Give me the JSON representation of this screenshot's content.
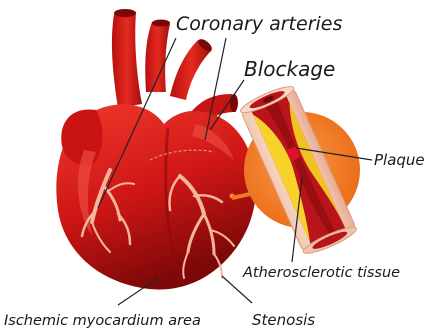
{
  "labels": {
    "coronary_arteries": "Coronary arteries",
    "blockage": "Blockage",
    "plaque": "Plaque",
    "atherosclerotic_tissue": "Atherosclerotic tissue",
    "ischemic_area": "Ischemic myocardium area",
    "stenosis": "Stenosis"
  },
  "colors": {
    "heart_red": "#d11a1a",
    "heart_dark": "#8e0a0a",
    "heart_highlight": "#ee3a2e",
    "artery_pink": "#f4b59c",
    "inset_circle": "#f07b22",
    "plaque_yellow": "#f6d22a",
    "label_line": "#222222"
  }
}
